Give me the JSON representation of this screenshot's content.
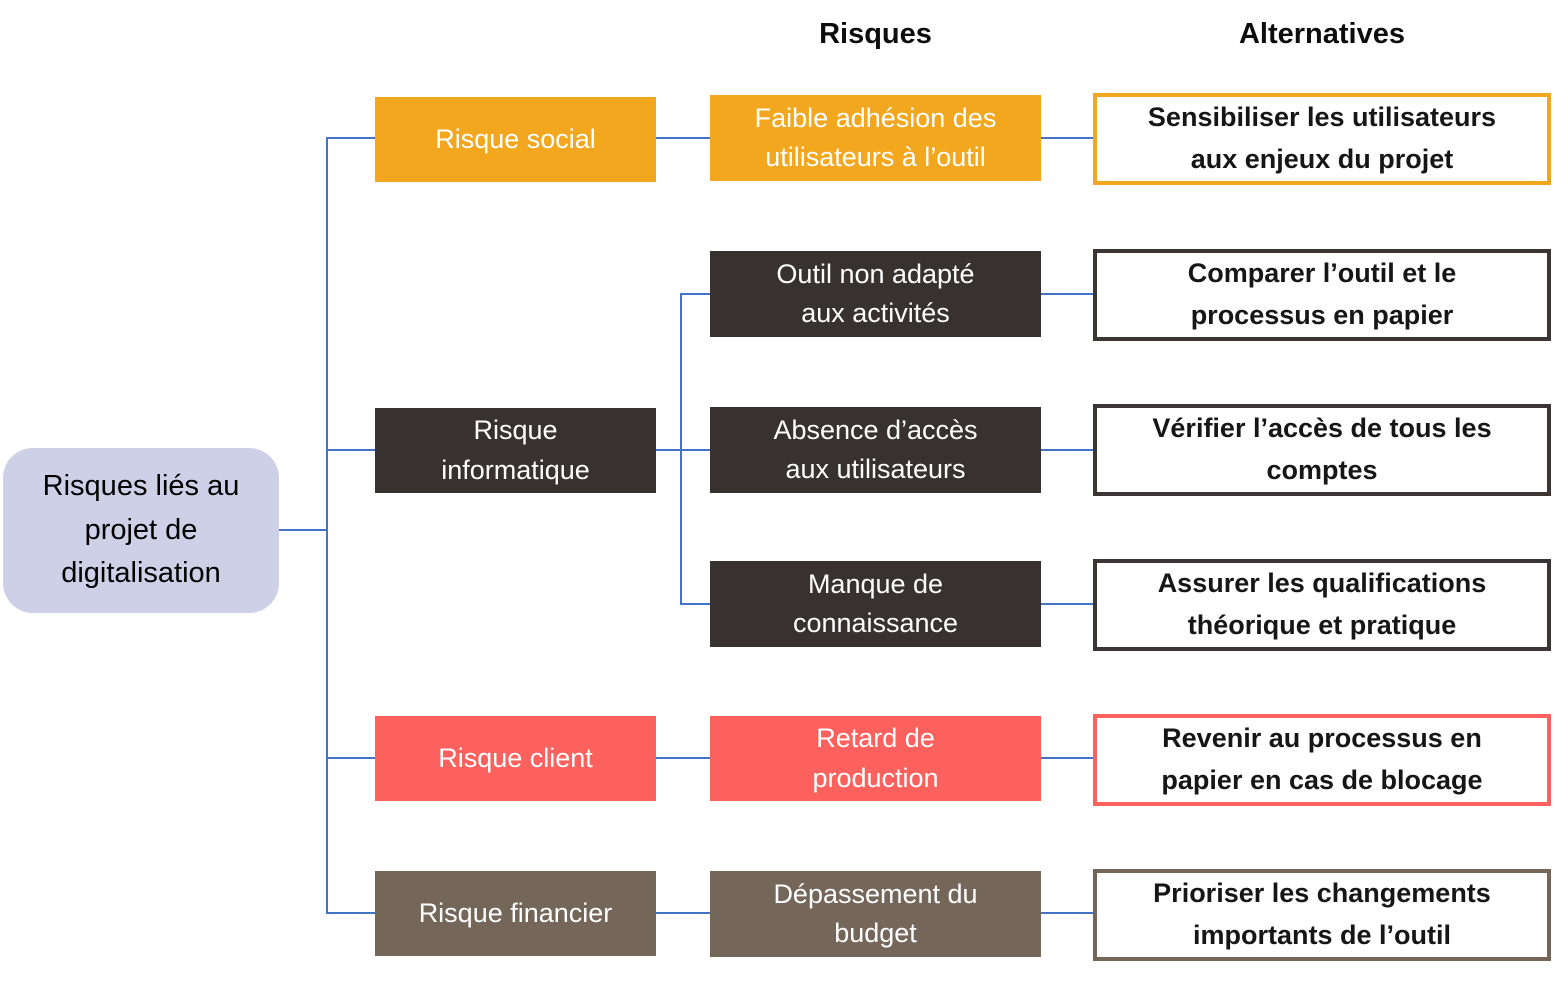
{
  "root": {
    "label": "Risques liés au\nprojet de\ndigitalisation"
  },
  "headers": {
    "risques": "Risques",
    "alternatives": "Alternatives"
  },
  "colors": {
    "social": "#F2A71F",
    "informatique": "#37322F",
    "client": "#FC615D",
    "financier": "#75665A",
    "root_bg": "#CDD0E7",
    "connector": "#4472C4"
  },
  "branches": [
    {
      "category": "Risque social",
      "risks": [
        {
          "risk": "Faible adhésion des\nutilisateurs à l’outil",
          "alternative": "Sensibiliser les utilisateurs\naux enjeux du projet"
        }
      ]
    },
    {
      "category": "Risque\ninformatique",
      "risks": [
        {
          "risk": "Outil non adapté\naux activités",
          "alternative": "Comparer l’outil et le\nprocessus en papier"
        },
        {
          "risk": "Absence d’accès\naux utilisateurs",
          "alternative": "Vérifier l’accès de tous les\ncomptes"
        },
        {
          "risk": "Manque de\nconnaissance",
          "alternative": "Assurer les qualifications\nthéorique et pratique"
        }
      ]
    },
    {
      "category": "Risque client",
      "risks": [
        {
          "risk": "Retard de\nproduction",
          "alternative": "Revenir au processus en\npapier en cas de blocage"
        }
      ]
    },
    {
      "category": "Risque financier",
      "risks": [
        {
          "risk": "Dépassement du\nbudget",
          "alternative": "Prioriser les changements\nimportants de l’outil"
        }
      ]
    }
  ]
}
